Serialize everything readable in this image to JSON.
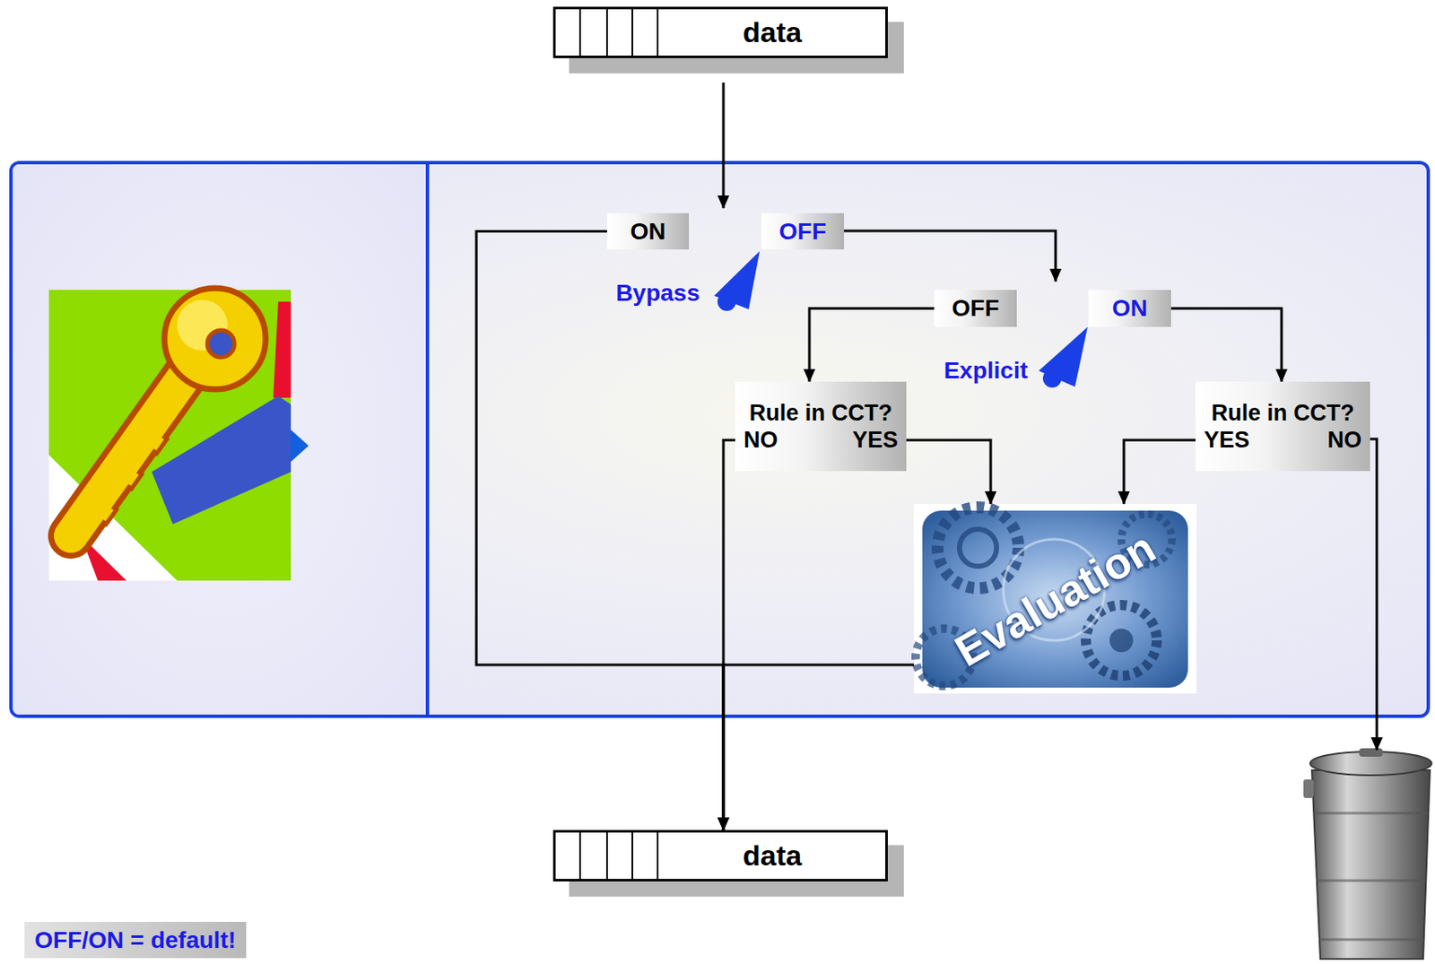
{
  "diagram": {
    "nodes": [
      {
        "text": [
          "data"
        ]
      },
      {
        "text": [
          "ON"
        ]
      },
      {
        "text": [
          "OFF"
        ]
      },
      {
        "text": [
          "OFF"
        ]
      },
      {
        "text": [
          "ON"
        ]
      },
      {
        "text": [
          "Rule in CCT?",
          "NO",
          "YES"
        ]
      },
      {
        "text": [
          "Rule in CCT?",
          "YES",
          "NO"
        ]
      },
      {
        "text": [
          "Evaluation"
        ]
      },
      {
        "text": [
          "data"
        ]
      }
    ],
    "edges": [
      {
        "from": 1,
        "to": 8,
        "arrow": "to"
      },
      {
        "from": 3,
        "to": 5,
        "arrow": "to"
      },
      {
        "from": 4,
        "to": 6,
        "arrow": "to"
      },
      {
        "from": 5,
        "to": 7,
        "arrow": "to"
      },
      {
        "from": 5,
        "to": 8,
        "arrow": "to"
      },
      {
        "from": 6,
        "to": 7,
        "arrow": "to"
      },
      {
        "from": 7,
        "to": 8,
        "arrow": "to"
      }
    ],
    "labels": [
      "Bypass",
      "Explicit",
      "OFF/ON = default!"
    ]
  }
}
